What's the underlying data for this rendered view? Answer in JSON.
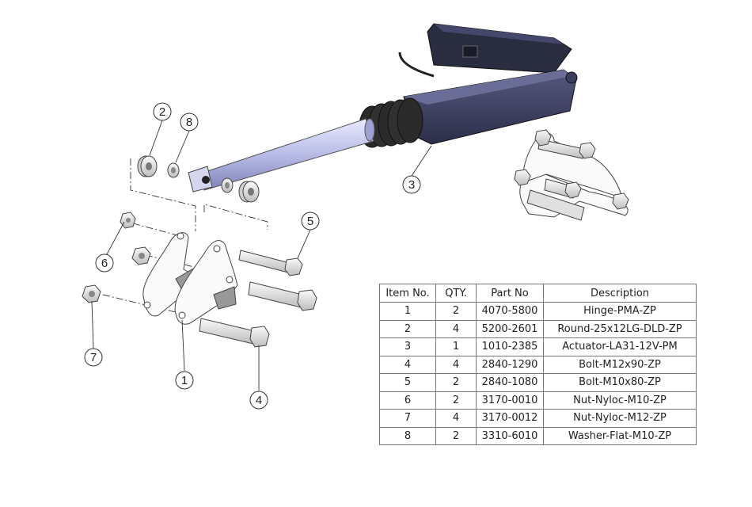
{
  "bom": {
    "headers": [
      "Item No.",
      "QTY.",
      "Part No",
      "Description"
    ],
    "rows": [
      {
        "item": "1",
        "qty": "2",
        "part": "4070-5800",
        "desc": "Hinge-PMA-ZP"
      },
      {
        "item": "2",
        "qty": "4",
        "part": "5200-2601",
        "desc": "Round-25x12LG-DLD-ZP"
      },
      {
        "item": "3",
        "qty": "1",
        "part": "1010-2385",
        "desc": "Actuator-LA31-12V-PM"
      },
      {
        "item": "4",
        "qty": "4",
        "part": "2840-1290",
        "desc": "Bolt-M12x90-ZP"
      },
      {
        "item": "5",
        "qty": "2",
        "part": "2840-1080",
        "desc": "Bolt-M10x80-ZP"
      },
      {
        "item": "6",
        "qty": "2",
        "part": "3170-0010",
        "desc": "Nut-Nyloc-M10-ZP"
      },
      {
        "item": "7",
        "qty": "4",
        "part": "3170-0012",
        "desc": "Nut-Nyloc-M12-ZP"
      },
      {
        "item": "8",
        "qty": "2",
        "part": "3310-6010",
        "desc": "Washer-Flat-M10-ZP"
      }
    ]
  },
  "callouts": {
    "c1": "1",
    "c2": "2",
    "c3": "3",
    "c4": "4",
    "c5": "5",
    "c6": "6",
    "c7": "7",
    "c8": "8"
  },
  "colors": {
    "actuator_body": "#3a3d5c",
    "actuator_dark": "#26283f",
    "rod": "#b9bde6",
    "hardware": "#e6e6e6",
    "outline": "#444444"
  }
}
